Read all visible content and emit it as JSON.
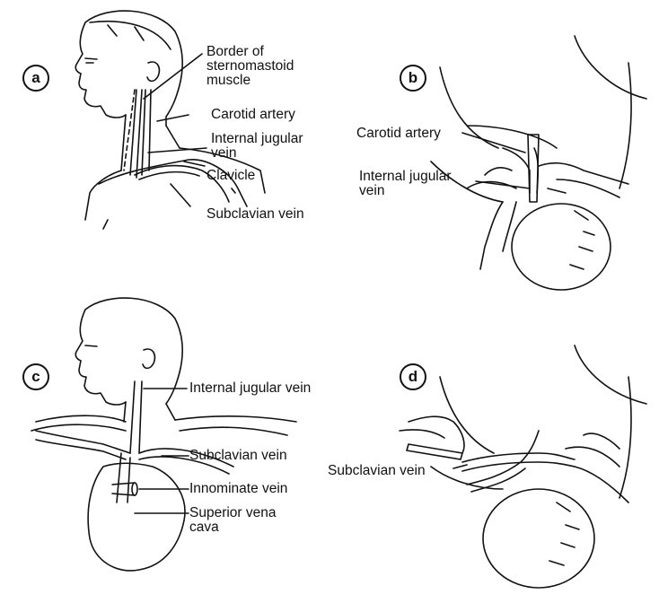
{
  "panels": {
    "a": {
      "badge": "a",
      "labels": {
        "border": "Border of\nsternomastoid\nmuscle",
        "carotid": "Carotid artery",
        "ijv": "Internal jugular\nvein",
        "clavicle": "Clavicle",
        "subclavian": "Subclavian vein"
      }
    },
    "b": {
      "badge": "b",
      "labels": {
        "carotid": "Carotid artery",
        "ijv": "Internal jugular\nvein"
      }
    },
    "c": {
      "badge": "c",
      "labels": {
        "ijv": "Internal jugular vein",
        "subclavian": "Subclavian vein",
        "innominate": "Innominate vein",
        "svc": "Superior vena\ncava"
      }
    },
    "d": {
      "badge": "d",
      "labels": {
        "subclavian": "Subclavian vein"
      }
    }
  }
}
